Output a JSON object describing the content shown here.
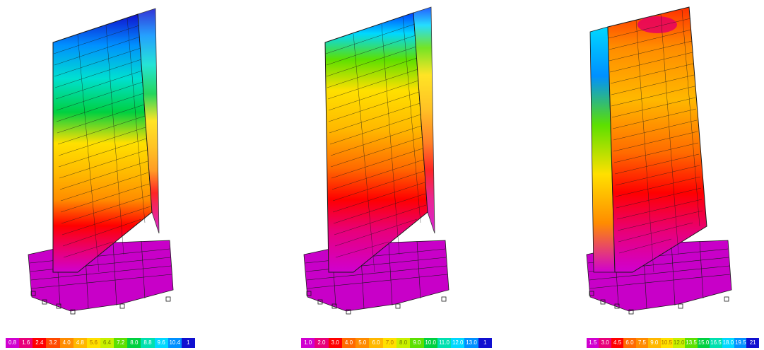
{
  "colors": {
    "palette": [
      "#d000d0",
      "#e8007a",
      "#ff0000",
      "#ff4a00",
      "#ff8c00",
      "#ffb800",
      "#ffe000",
      "#c8f000",
      "#5ce000",
      "#00d040",
      "#00e0b0",
      "#00d8ff",
      "#0090ff",
      "#0040ff",
      "#1010d0"
    ],
    "structure_line": "#1a1a1a",
    "podium": "#c800c8",
    "background": "#ffffff"
  },
  "panels": [
    {
      "legend": {
        "labels": [
          "0.8",
          "1.6",
          "2.4",
          "3.2",
          "4.0",
          "4.8",
          "5.6",
          "6.4",
          "7.2",
          "8.0",
          "8.8",
          "9.6",
          "10.4",
          "1"
        ]
      }
    },
    {
      "legend": {
        "labels": [
          "1.0",
          "2.0",
          "3.0",
          "4.0",
          "5.0",
          "6.0",
          "7.0",
          "8.0",
          "9.0",
          "10.0",
          "11.0",
          "12.0",
          "13.0",
          "1"
        ]
      }
    },
    {
      "legend": {
        "labels": [
          "1.5",
          "3.0",
          "4.5",
          "6.0",
          "7.5",
          "9.0",
          "10.5",
          "12.0",
          "13.5",
          "15.0",
          "16.5",
          "18.0",
          "19.5",
          "21"
        ]
      }
    }
  ]
}
